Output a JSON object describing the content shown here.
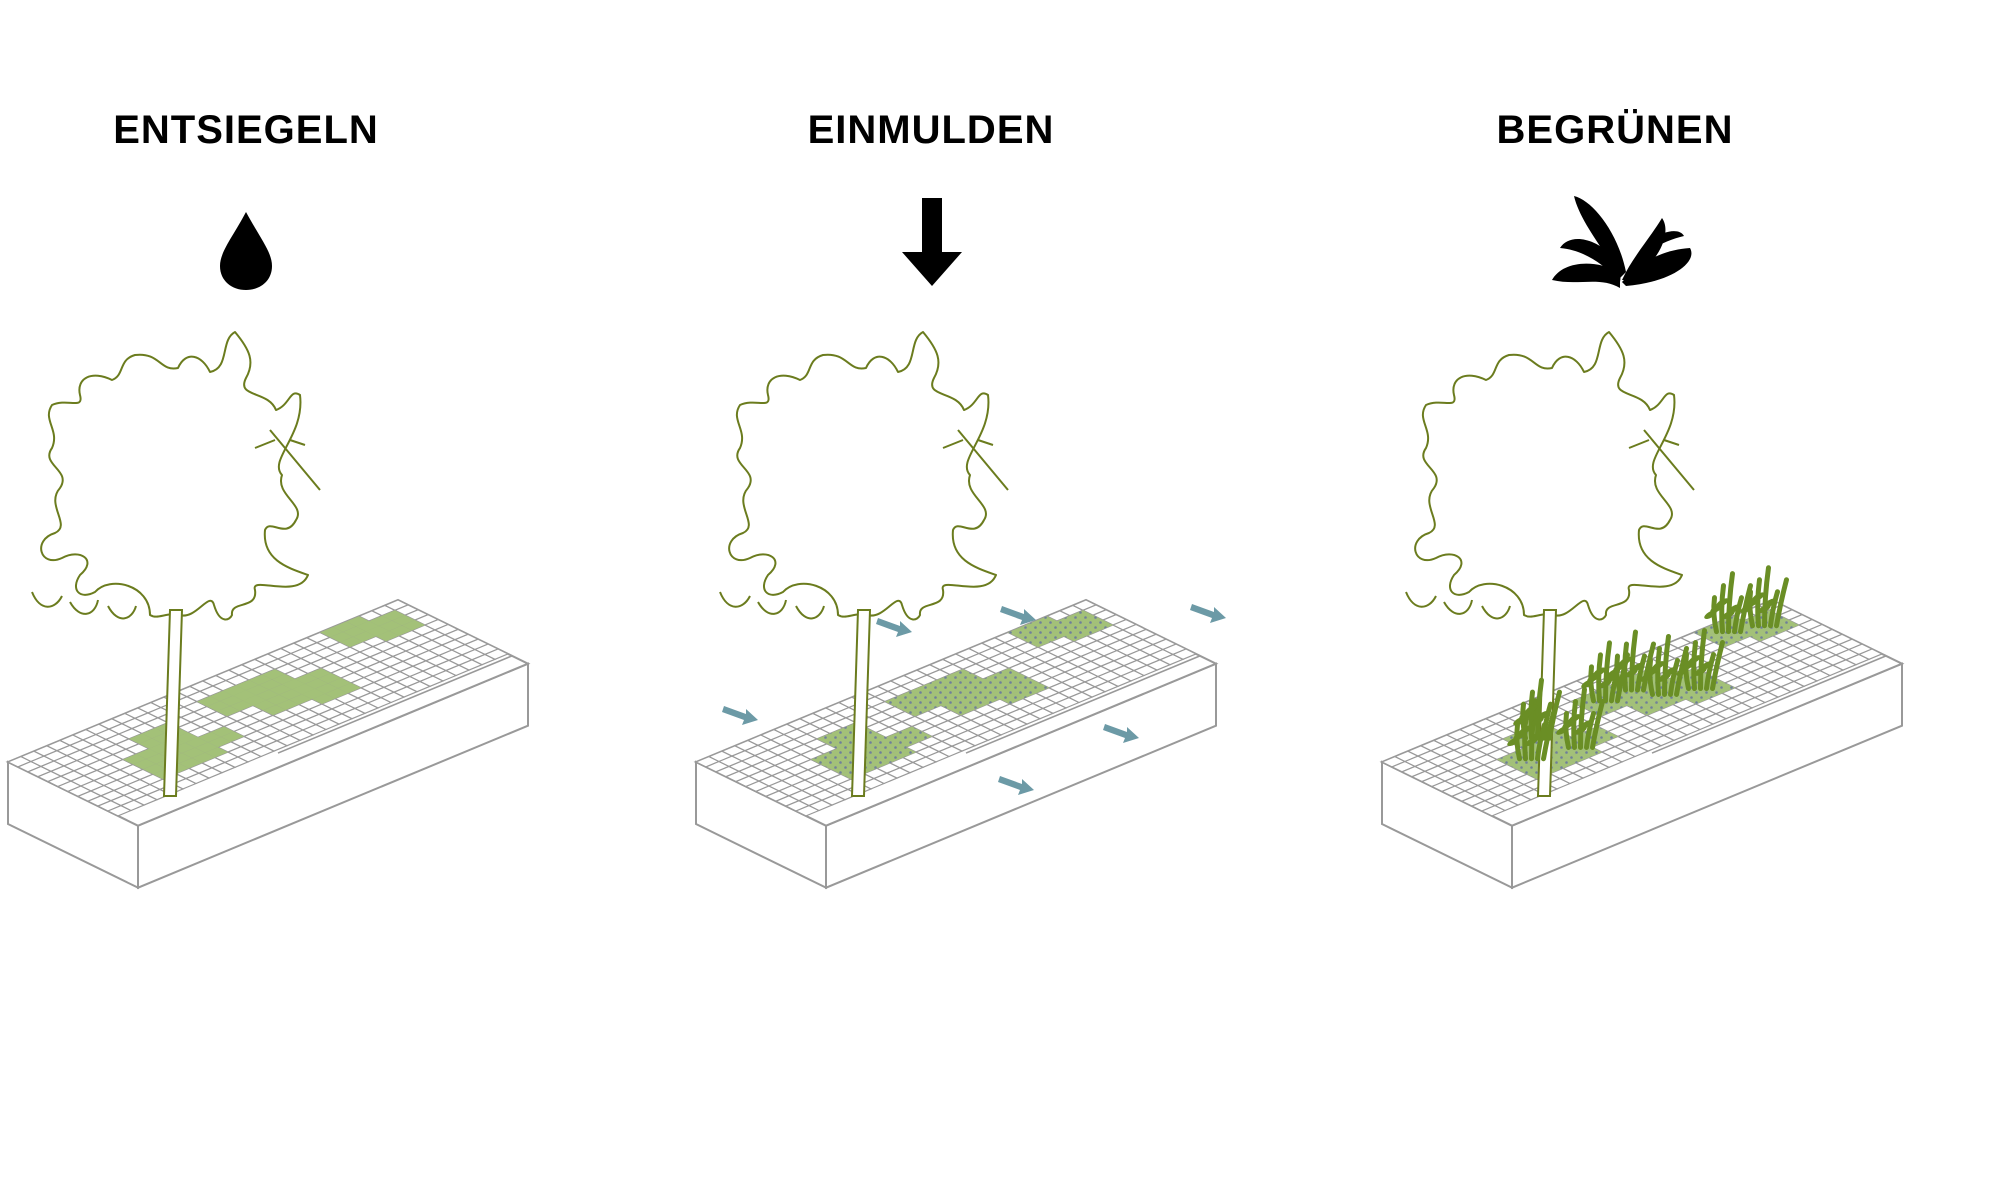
{
  "steps": [
    {
      "title": "ENTSIEGELN",
      "icon": "water-drop-icon",
      "fill": "plain"
    },
    {
      "title": "EINMULDEN",
      "icon": "arrow-down-icon",
      "fill": "dotted"
    },
    {
      "title": "BEGRÜNEN",
      "icon": "plant-leaves-icon",
      "fill": "planted"
    }
  ],
  "colors": {
    "outline": "#999999",
    "green_fill": "#a3c178",
    "tree_line": "#6b7c1e",
    "plants": "#6a8e25",
    "water_arrows": "#6c9aa6",
    "dots": "#6f7f9a",
    "icons": "#000000"
  }
}
